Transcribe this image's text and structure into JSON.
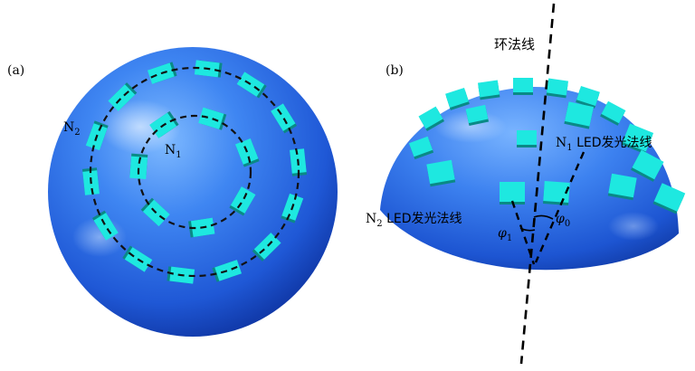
{
  "panel_a": {
    "label": "(a)",
    "ring_outer_label": {
      "main": "N",
      "sub": "2"
    },
    "ring_inner_label": {
      "main": "N",
      "sub": "1"
    }
  },
  "panel_b": {
    "label": "(b)",
    "ring_normal_label": "环法线",
    "n1_label": {
      "main": "N",
      "sub": "1",
      "rest": " LED发光法线"
    },
    "n2_label": {
      "main": "N",
      "sub": "2",
      "rest": " LED发光法线"
    },
    "phi0_label": {
      "main": "φ",
      "sub": "0"
    },
    "phi1_label": {
      "main": "φ",
      "sub": "1"
    }
  },
  "colors": {
    "sphere_light": "#5aa0ff",
    "sphere_mid": "#2a6fe6",
    "sphere_dark": "#0d3aa8",
    "led_top": "#1ee8e0",
    "led_side": "#0a8a86"
  }
}
